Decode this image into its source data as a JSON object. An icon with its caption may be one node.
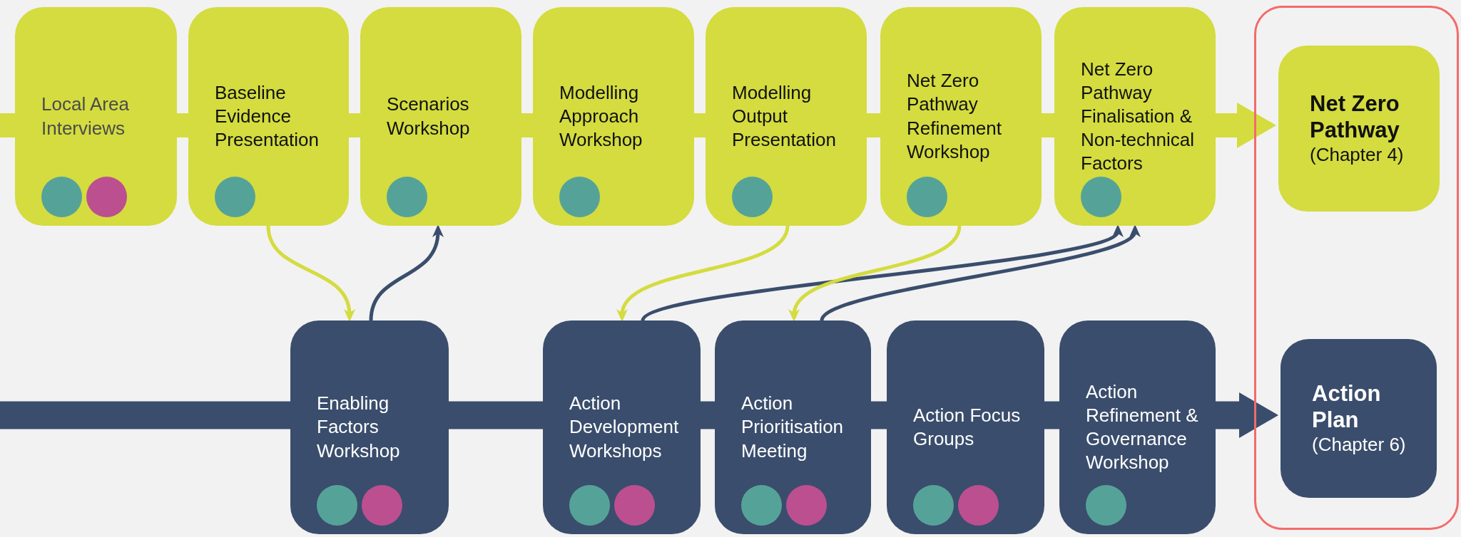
{
  "diagram": {
    "nodes": [
      {
        "text": [
          "Local Area Interviews"
        ]
      },
      {
        "text": [
          "Baseline Evidence Presentation"
        ]
      },
      {
        "text": [
          "Scenarios Workshop"
        ]
      },
      {
        "text": [
          "Modelling Approach Workshop"
        ]
      },
      {
        "text": [
          "Modelling Output Presentation"
        ]
      },
      {
        "text": [
          "Net Zero Pathway Refinement Workshop"
        ]
      },
      {
        "text": [
          "Net Zero Pathway Finalisation & Non-technical Factors"
        ]
      },
      {
        "text": [],
        "shape": "box"
      },
      {
        "text": [
          "Net Zero Pathway",
          "(Chapter 4)"
        ],
        "in": 7
      },
      {
        "text": [
          "Action Plan",
          "(Chapter 6)"
        ],
        "in": 7
      },
      {
        "text": [
          "Enabling Factors Workshop"
        ]
      },
      {
        "text": [
          "Action Development Workshops"
        ]
      },
      {
        "text": [
          "Action Prioritisation Meeting"
        ]
      },
      {
        "text": [
          "Action Focus Groups"
        ]
      },
      {
        "text": [
          "Action Refinement & Governance Workshop"
        ]
      }
    ],
    "edges": [
      {
        "from": null,
        "to": 0,
        "arrow": "none"
      },
      {
        "from": 0,
        "to": 1,
        "arrow": "none"
      },
      {
        "from": 1,
        "to": 2,
        "arrow": "none"
      },
      {
        "from": 2,
        "to": 3,
        "arrow": "none"
      },
      {
        "from": 3,
        "to": 4,
        "arrow": "none"
      },
      {
        "from": 4,
        "to": 5,
        "arrow": "none"
      },
      {
        "from": 5,
        "to": 6,
        "arrow": "none"
      },
      {
        "from": 6,
        "to": 8,
        "arrow": "to"
      },
      {
        "from": null,
        "to": 10,
        "arrow": "none",
        "color": "#3a4d6c"
      },
      {
        "from": 10,
        "to": 11,
        "arrow": "none",
        "color": "#3a4d6c"
      },
      {
        "from": 11,
        "to": 12,
        "arrow": "none",
        "color": "#3a4d6c"
      },
      {
        "from": 12,
        "to": 13,
        "arrow": "none",
        "color": "#3a4d6c"
      },
      {
        "from": 13,
        "to": 14,
        "arrow": "none",
        "color": "#3a4d6c"
      },
      {
        "from": 14,
        "to": 9,
        "arrow": "to",
        "color": "#3a4d6c"
      },
      {
        "from": 1,
        "to": 10,
        "arrow": "to"
      },
      {
        "from": 10,
        "to": 2,
        "arrow": "to",
        "color": "#3a4d6c"
      },
      {
        "from": 4,
        "to": 11,
        "arrow": "to"
      },
      {
        "from": 11,
        "to": 6,
        "arrow": "to",
        "color": "#3a4d6c"
      },
      {
        "from": 5,
        "to": 12,
        "arrow": "to"
      },
      {
        "from": 12,
        "to": 6,
        "arrow": "to",
        "color": "#3a4d6c"
      }
    ]
  }
}
